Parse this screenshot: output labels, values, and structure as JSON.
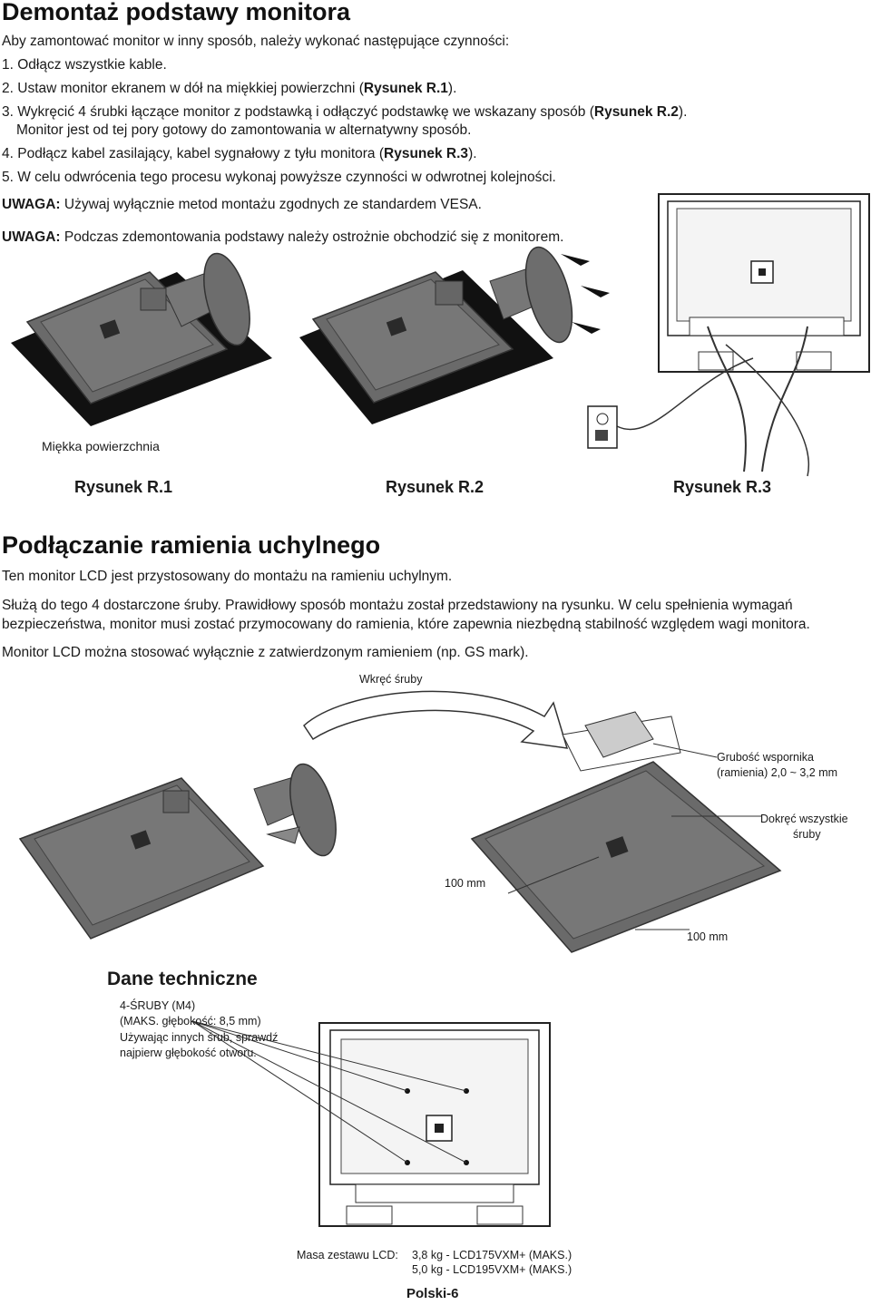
{
  "section1": {
    "title": "Demontaż podstawy monitora",
    "intro": "Aby zamontować monitor w inny sposób, należy wykonać następujące czynności:",
    "steps": [
      {
        "num": "1.",
        "pre": "Odłącz wszystkie kable.",
        "ref": "",
        "post": ""
      },
      {
        "num": "2.",
        "pre": "Ustaw monitor ekranem w dół na miękkiej powierzchni (",
        "ref": "Rysunek R.1",
        "post": ")."
      },
      {
        "num": "3.",
        "pre": "Wykręcić 4 śrubki łączące monitor z podstawką i odłączyć podstawkę we wskazany sposób (",
        "ref": "Rysunek R.2",
        "post": ")."
      },
      {
        "num": "",
        "pre": "Monitor jest od tej pory gotowy do zamontowania w alternatywny sposób.",
        "ref": "",
        "post": ""
      },
      {
        "num": "4.",
        "pre": "Podłącz kabel zasilający, kabel sygnałowy z tyłu monitora (",
        "ref": "Rysunek R.3",
        "post": ")."
      },
      {
        "num": "5.",
        "pre": "W celu odwrócenia tego procesu wykonaj powyższe czynności w odwrotnej kolejności.",
        "ref": "",
        "post": ""
      }
    ],
    "notes": [
      {
        "label": "UWAGA:",
        "text": "Używaj wyłącznie metod montażu zgodnych ze standardem VESA."
      },
      {
        "label": "UWAGA:",
        "text": "Podczas zdemontowania podstawy należy ostrożnie obchodzić się z monitorem."
      }
    ],
    "soft_surface_label": "Miękka powierzchnia",
    "figure_captions": [
      "Rysunek R.1",
      "Rysunek R.2",
      "Rysunek R.3"
    ]
  },
  "section2": {
    "title": "Podłączanie ramienia uchylnego",
    "paragraphs": [
      "Ten monitor LCD jest przystosowany do montażu na ramieniu uchylnym.",
      "Służą do tego 4 dostarczone śruby. Prawidłowy sposób montażu został przedstawiony na rysunku. W celu spełnienia wymagań",
      "bezpieczeństwa, monitor musi zostać przymocowany do ramienia, które zapewnia niezbędną stabilność względem wagi monitora.",
      "Monitor LCD można stosować wyłącznie z zatwierdzonym ramieniem (np. GS mark)."
    ],
    "labels": {
      "screw_in": "Wkręć śruby",
      "thickness_1": "Grubość wspornika",
      "thickness_2": "(ramienia) 2,0 ~ 3,2 mm",
      "tighten_1": "Dokręć wszystkie",
      "tighten_2": "śruby",
      "dim_1": "100 mm",
      "dim_2": "100 mm"
    }
  },
  "specs": {
    "title": "Dane techniczne",
    "lines": [
      "4-ŚRUBY (M4)",
      "(MAKS. głębokość: 8,5 mm)",
      "Używając innych śrub, sprawdź",
      "najpierw głębokość otworu."
    ],
    "weight_label": "Masa zestawu LCD:",
    "weights": [
      "3,8 kg - LCD175VXM+ (MAKS.)",
      "5,0 kg - LCD195VXM+ (MAKS.)"
    ]
  },
  "footer": {
    "page": "Polski-6"
  }
}
